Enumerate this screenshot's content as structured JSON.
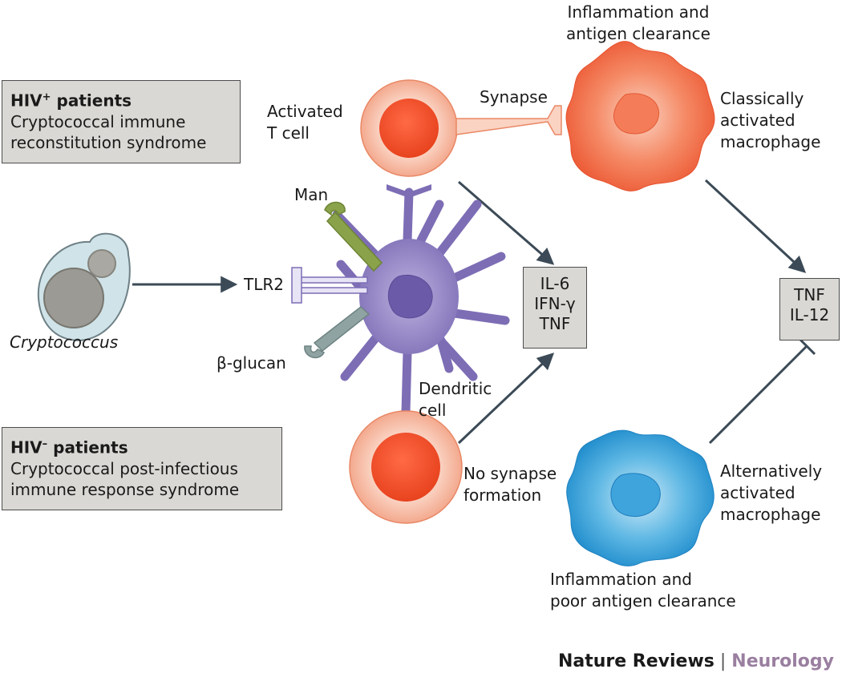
{
  "boxes": {
    "hiv_pos": {
      "title": "HIV+ patients",
      "subtitle_line1": "Cryptococcal immune",
      "subtitle_line2": "reconstitution syndrome"
    },
    "hiv_neg": {
      "title": "HIV– patients",
      "subtitle_line1": "Cryptococcal post-infectious",
      "subtitle_line2": "immune response syndrome"
    },
    "cytokines_center": [
      "IL-6",
      "IFN-γ",
      "TNF"
    ],
    "cytokines_right": [
      "TNF",
      "IL-12"
    ]
  },
  "labels": {
    "activated_t_cell": [
      "Activated",
      "T cell"
    ],
    "synapse": "Synapse",
    "inflammation_top": [
      "Inflammation and",
      "antigen clearance"
    ],
    "classical_macrophage": [
      "Classically",
      "activated",
      "macrophage"
    ],
    "man": "Man",
    "tlr2": "TLR2",
    "beta_glucan": "β-glucan",
    "cryptococcus": "Cryptococcus",
    "dendritic_cell": [
      "Dendritic",
      "cell"
    ],
    "no_synapse": [
      "No synapse",
      "formation"
    ],
    "alternative_macrophage": [
      "Alternatively",
      "activated",
      "macrophage"
    ],
    "inflammation_bottom": [
      "Inflammation and",
      "poor antigen clearance"
    ]
  },
  "footer": {
    "journal": "Nature Reviews",
    "separator": " | ",
    "section": "Neurology"
  },
  "colors": {
    "t_cell": "#f05a3a",
    "t_cell_halo": "#f9c7b3",
    "classical_macrophage": "#ef6a45",
    "alternative_macrophage": "#2b9bd4",
    "dendritic_cell": "#8f7fc0",
    "receptor_man": "#8aa24a",
    "receptor_glucan": "#8fa3a3",
    "box_fill": "#d9d8d4",
    "arrow": "#3b4a56",
    "footer_section": "#9a7fa0"
  }
}
